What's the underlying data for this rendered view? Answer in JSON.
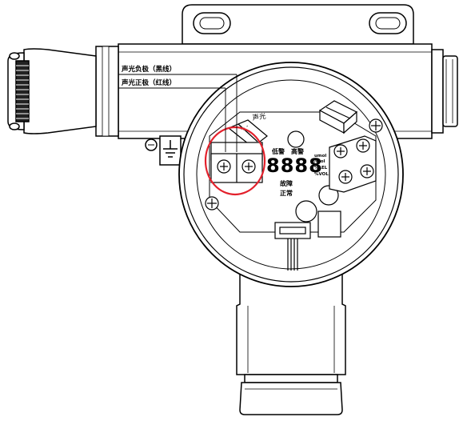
{
  "labels": {
    "buzzer_negative": "声光负极（黑线）",
    "buzzer_positive": "声光正极（红线）",
    "buzzer_terminal": "声光",
    "terminal_polarity": "+ -",
    "alarm_low": "低警",
    "alarm_high": "高警",
    "unit_umol": "umol",
    "unit_mol": "/mol",
    "unit_lel": "%LEL",
    "unit_vol": "%VOL",
    "status_fault": "故障",
    "status_normal": "正常",
    "display_digits": "8888"
  },
  "colors": {
    "outline": "#000000",
    "highlight": "#e3202b",
    "background": "#ffffff"
  },
  "icons": {
    "ground": "ground-symbol-icon",
    "screw": "phillips-screw-icon",
    "mount_hole": "slot-hole-icon"
  }
}
